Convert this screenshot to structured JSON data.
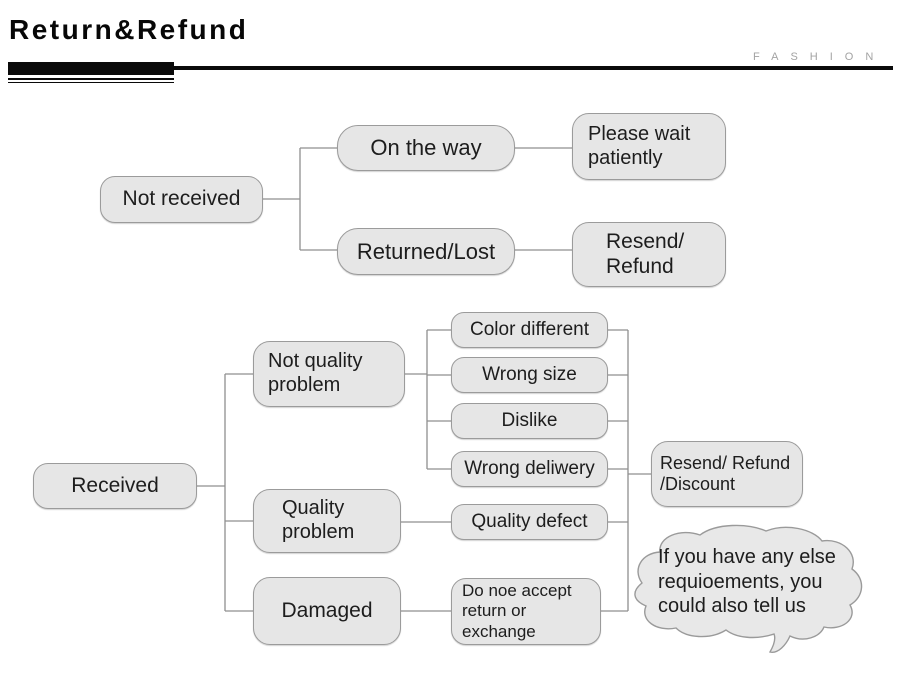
{
  "header": {
    "title": "Return&Refund",
    "brand": "FASHION"
  },
  "flow1": {
    "not_received": {
      "label": "Not received"
    },
    "on_the_way": {
      "label": "On the way"
    },
    "returned_lost": {
      "label": "Returned/Lost"
    },
    "please_wait": {
      "line1": "Please wait",
      "line2": "patiently"
    },
    "resend_refund": {
      "line1": "Resend/",
      "line2": "Refund"
    }
  },
  "flow2": {
    "received": {
      "label": "Received"
    },
    "not_quality": {
      "line1": "Not quality",
      "line2": "problem"
    },
    "quality_problem": {
      "line1": "Quality",
      "line2": "problem"
    },
    "damaged": {
      "label": "Damaged"
    },
    "color_different": {
      "label": "Color different"
    },
    "wrong_size": {
      "label": "Wrong size"
    },
    "dislike": {
      "label": "Dislike"
    },
    "wrong_delivery": {
      "label": "Wrong deliwery"
    },
    "quality_defect": {
      "label": "Quality defect"
    },
    "resend_discount": {
      "line1": "Resend/ Refund",
      "line2": "/Discount"
    },
    "do_not_accept": {
      "line1": "Do noe accept",
      "line2": "return or",
      "line3": "exchange"
    }
  },
  "bubble": {
    "line1": "If you have any else",
    "line2": "requioements, you",
    "line3": "could also tell us"
  },
  "colors": {
    "box_fill": "#e6e6e6",
    "box_border": "#9b9b9b",
    "connector": "#8f8f8f",
    "title_text": "#070707",
    "brand_text": "#a3a3a3"
  }
}
